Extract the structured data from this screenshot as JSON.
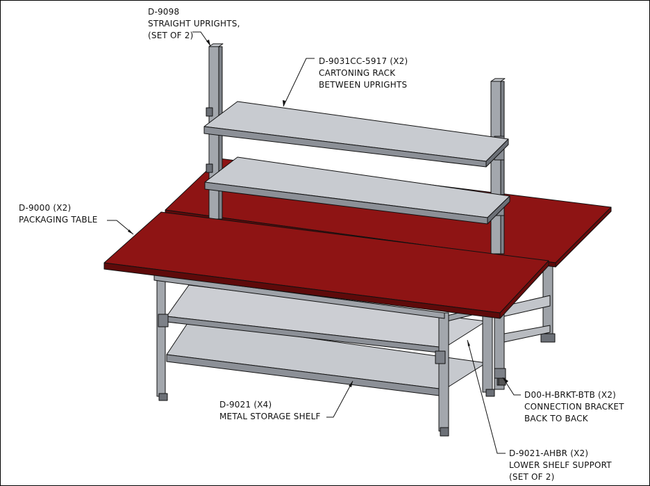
{
  "callouts": [
    {
      "part": "D-9098",
      "line1": "STRAIGHT UPRIGHTS,",
      "line2": "(SET OF 2)"
    },
    {
      "part": "D-9031CC-5917 (X2)",
      "line1": "CARTONING RACK",
      "line2": "BETWEEN UPRIGHTS"
    },
    {
      "part": "D-9000 (X2)",
      "line1": "PACKAGING TABLE",
      "line2": ""
    },
    {
      "part": "D-9021 (X4)",
      "line1": "METAL STORAGE SHELF",
      "line2": ""
    },
    {
      "part": "D00-H-BRKT-BTB (X2)",
      "line1": "CONNECTION BRACKET",
      "line2": "BACK TO BACK"
    },
    {
      "part": "D-9021-AHBR (X2)",
      "line1": "LOWER SHELF SUPPORT",
      "line2": "(SET OF 2)"
    }
  ],
  "colors": {
    "tabletop": "#8e1414",
    "tabletop_edge": "#6a0c0c",
    "steel": "#a9acb2",
    "steel_dark": "#6c7077",
    "shelf": "#c6c9ce",
    "outline": "#111111"
  }
}
